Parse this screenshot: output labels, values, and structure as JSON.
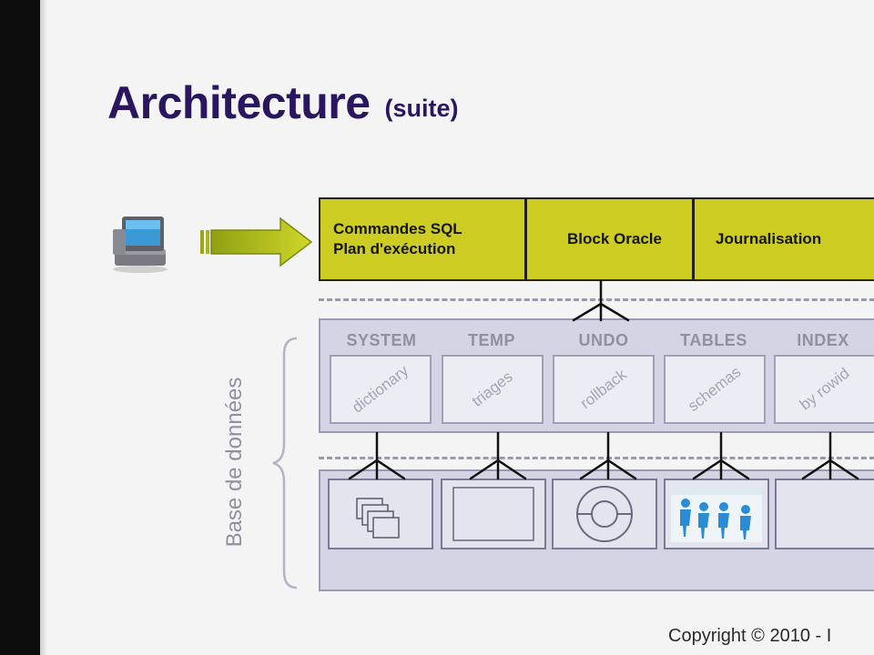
{
  "title": {
    "main": "Architecture",
    "sub": "(suite)"
  },
  "client": {
    "icon": "desktop-computer-icon",
    "arrow": "right-arrow-icon"
  },
  "top_bar": {
    "sql_line1": "Commandes SQL",
    "sql_line2": "Plan d'exécution",
    "block": "Block Oracle",
    "journal": "Journalisation"
  },
  "side_label": "Base de données",
  "tablespaces": [
    {
      "name": "SYSTEM",
      "content": "dictionary"
    },
    {
      "name": "TEMP",
      "content": "triages"
    },
    {
      "name": "UNDO",
      "content": "rollback"
    },
    {
      "name": "TABLES",
      "content": "schemas"
    },
    {
      "name": "INDEX",
      "content": "by rowid"
    }
  ],
  "datafiles": [
    {
      "icon": "stacked-pages-icon"
    },
    {
      "icon": "blank-square-icon"
    },
    {
      "icon": "circular-ring-icon"
    },
    {
      "icon": "people-icon"
    },
    {
      "icon": "empty-icon"
    }
  ],
  "colors": {
    "title": "#2a1660",
    "yellow_bar": "#cccc22",
    "arrow": "#b8c41c",
    "db_box": "#d4d4e4",
    "muted_text": "#9090a2"
  },
  "copyright": "Copyright © 2010 - I"
}
